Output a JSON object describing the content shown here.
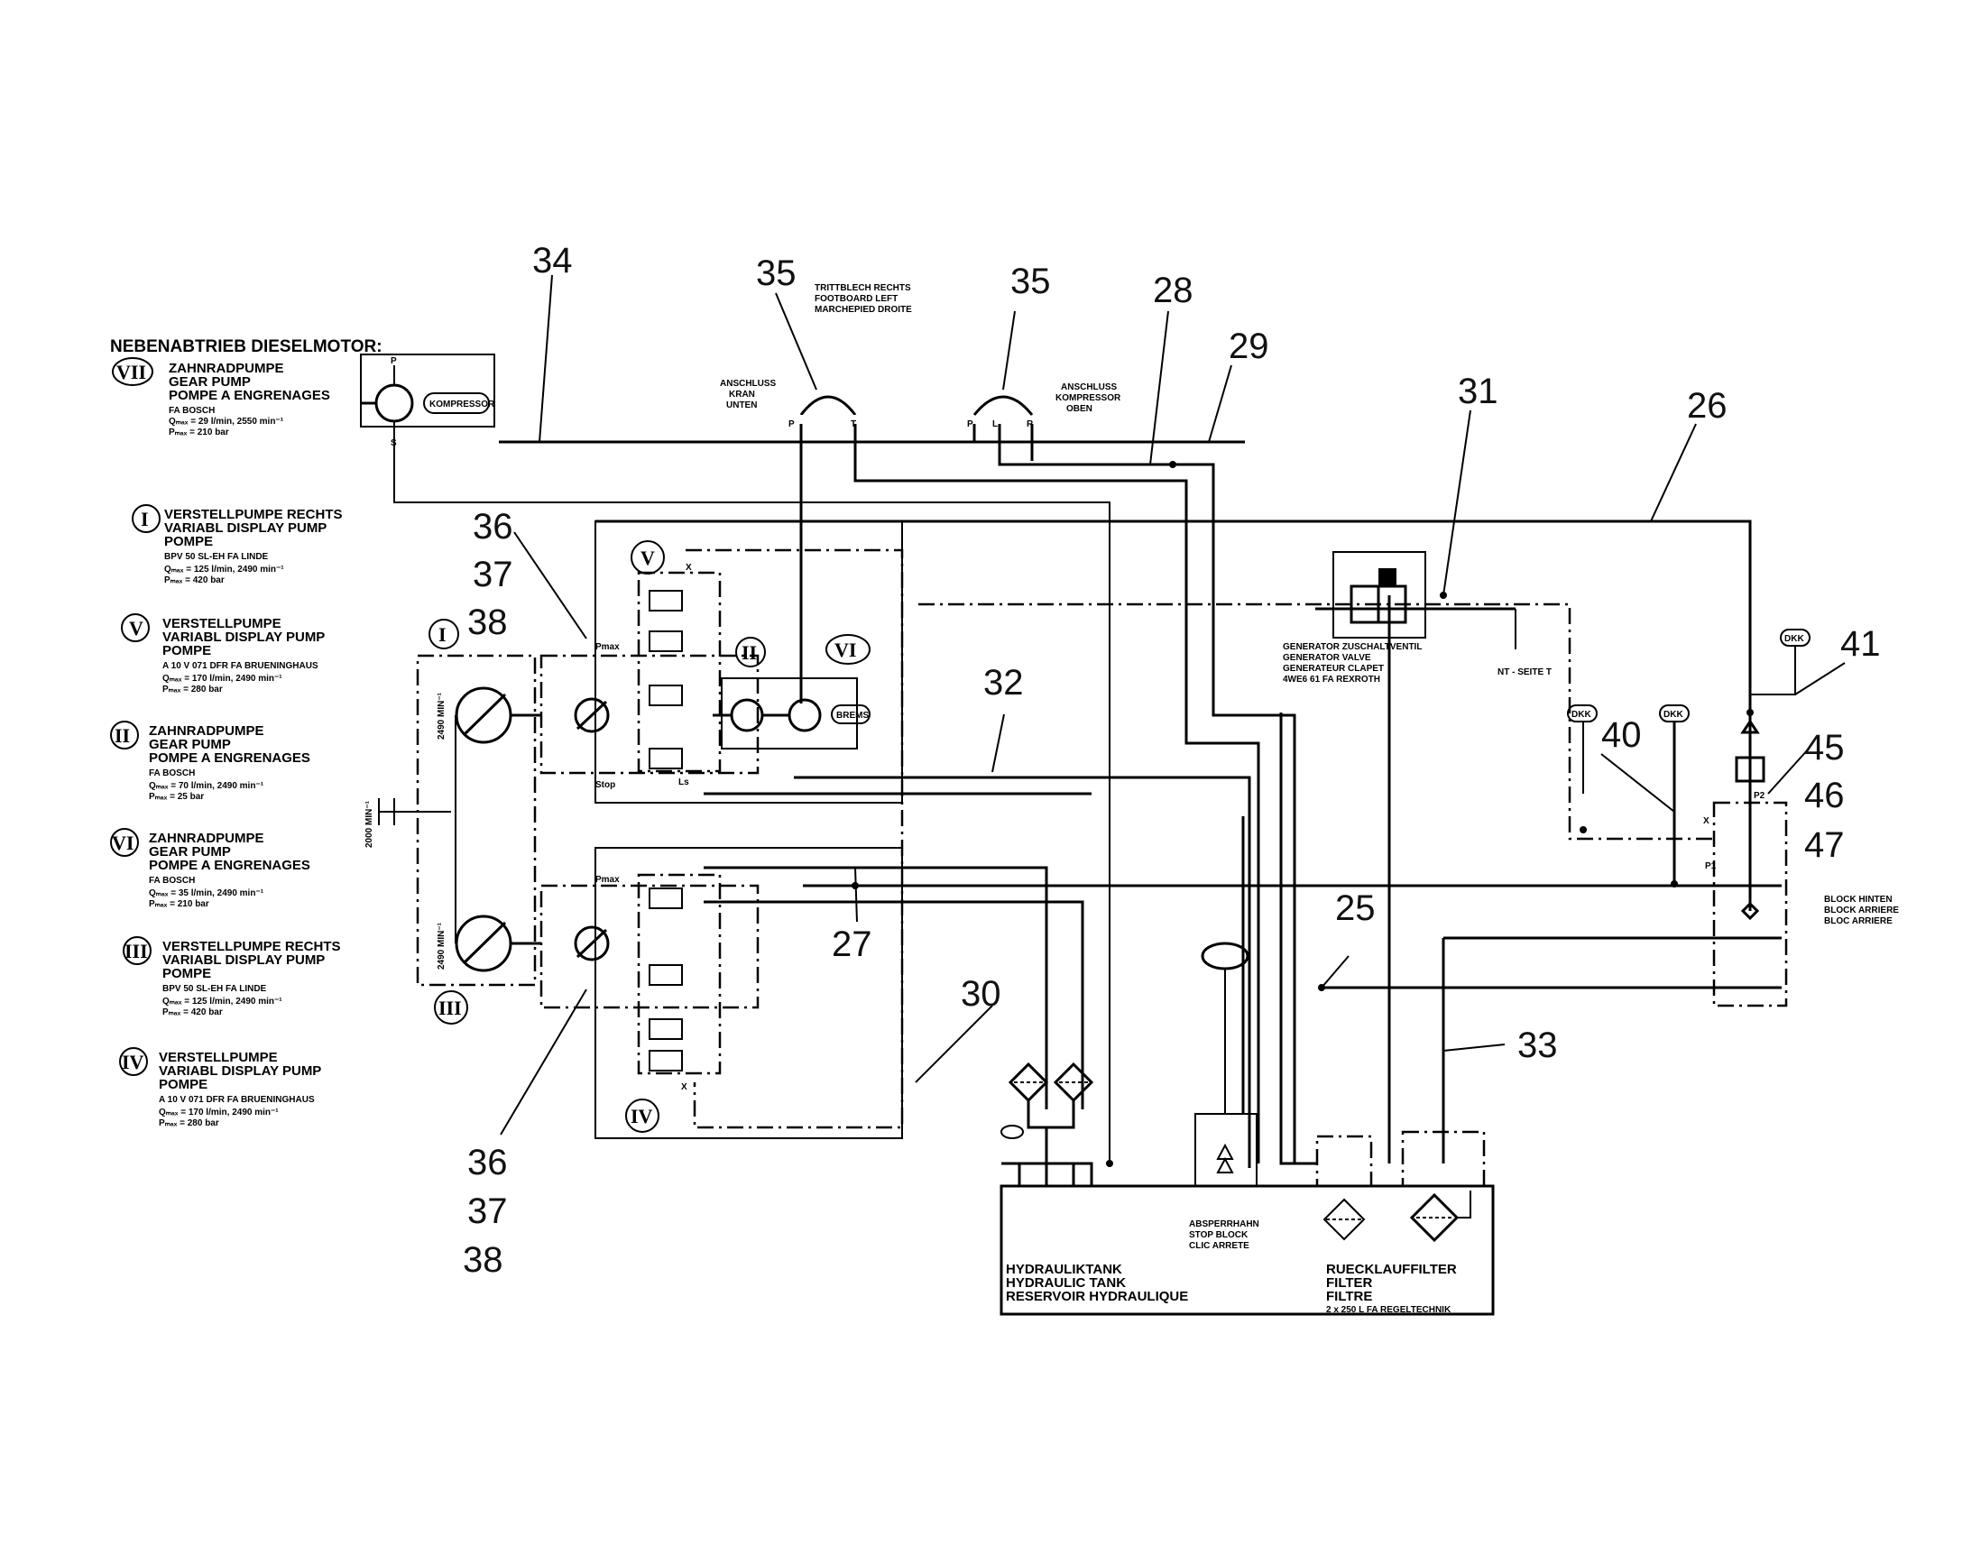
{
  "callouts": {
    "c34": "34",
    "c35a": "35",
    "c35b": "35",
    "c28": "28",
    "c29": "29",
    "c31": "31",
    "c26": "26",
    "c36a": "36",
    "c37a": "37",
    "c38a": "38",
    "c32": "32",
    "c41": "41",
    "c40": "40",
    "c45": "45",
    "c46": "46",
    "c47": "47",
    "c27": "27",
    "c25": "25",
    "c30": "30",
    "c33": "33",
    "c36b": "36",
    "c37b": "37",
    "c38b": "38"
  },
  "legend": {
    "header": "NEBENABTRIEB DIESELMOTOR:",
    "vii": {
      "num": "VII",
      "l1": "ZAHNRADPUMPE",
      "l2": "GEAR PUMP",
      "l3": "POMPE A ENGRENAGES",
      "l4": "FA BOSCH",
      "l5": "Qₘₐₓ = 29 l/min, 2550 min⁻¹",
      "l6": "Pₘₐₓ = 210 bar"
    },
    "i": {
      "num": "I",
      "l1": "VERSTELLPUMPE RECHTS",
      "l2": "VARIABL DISPLAY PUMP",
      "l3": "POMPE",
      "l4": "BPV 50 SL-EH   FA LINDE",
      "l5": "Qₘₐₓ = 125 l/min, 2490 min⁻¹",
      "l6": "Pₘₐₓ = 420 bar"
    },
    "v": {
      "num": "V",
      "l1": "VERSTELLPUMPE",
      "l2": "VARIABL DISPLAY PUMP",
      "l3": "POMPE",
      "l4": "A 10 V 071 DFR FA BRUENINGHAUS",
      "l5": "Qₘₐₓ = 170 l/min, 2490 min⁻¹",
      "l6": "Pₘₐₓ = 280 bar"
    },
    "ii": {
      "num": "II",
      "l1": "ZAHNRADPUMPE",
      "l2": "GEAR PUMP",
      "l3": "POMPE A ENGRENAGES",
      "l4": "FA BOSCH",
      "l5": "Qₘₐₓ = 70 l/min, 2490 min⁻¹",
      "l6": "Pₘₐₓ = 25 bar"
    },
    "vi": {
      "num": "VI",
      "l1": "ZAHNRADPUMPE",
      "l2": "GEAR PUMP",
      "l3": "POMPE A ENGRENAGES",
      "l4": "FA BOSCH",
      "l5": "Qₘₐₓ = 35 l/min, 2490 min⁻¹",
      "l6": "Pₘₐₓ = 210 bar"
    },
    "iii": {
      "num": "III",
      "l1": "VERSTELLPUMPE RECHTS",
      "l2": "VARIABL DISPLAY PUMP",
      "l3": "POMPE",
      "l4": "BPV 50 SL-EH   FA LINDE",
      "l5": "Qₘₐₓ = 125 l/min, 2490 min⁻¹",
      "l6": "Pₘₐₓ = 420 bar"
    },
    "iv": {
      "num": "IV",
      "l1": "VERSTELLPUMPE",
      "l2": "VARIABL DISPLAY PUMP",
      "l3": "POMPE",
      "l4": "A 10 V 071 DFR FA BRUENINGHAUS",
      "l5": "Qₘₐₓ = 170 l/min, 2490 min⁻¹",
      "l6": "Pₘₐₓ = 280 bar"
    }
  },
  "labels": {
    "compressor": "KOMPRESSOR",
    "footboard_l1": "TRITTBLECH RECHTS",
    "footboard_l2": "FOOTBOARD LEFT",
    "footboard_l3": "MARCHEPIED DROITE",
    "anschluss_kran_l1": "ANSCHLUSS",
    "anschluss_kran_l2": "KRAN",
    "anschluss_kran_l3": "UNTEN",
    "anschluss_comp_l1": "ANSCHLUSS",
    "anschluss_comp_l2": "KOMPRESSOR",
    "anschluss_comp_l3": "OBEN",
    "port_p": "P",
    "port_t": "T",
    "port_l": "L",
    "port_r": "R",
    "gen_l1": "GENERATOR ZUSCHALTVENTIL",
    "gen_l2": "GENERATOR VALVE",
    "gen_l3": "GENERATEUR CLAPET",
    "gen_l4": "4WE6 61 FA REXROTH",
    "gen_side": "NT - SEITE T",
    "engine_speed": "2000 MIN⁻¹",
    "speed_upper": "2490 MIN⁻¹",
    "speed_lower": "2490 MIN⁻¹",
    "block_l1": "BLOCK HINTEN",
    "block_l2": "BLOCK ARRIERE",
    "block_l3": "BLOC ARRIERE",
    "tank_l1": "HYDRAULIKTANK",
    "tank_l2": "HYDRAULIC TANK",
    "tank_l3": "RESERVOIR HYDRAULIQUE",
    "filter_l1": "RUECKLAUFFILTER",
    "filter_l2": "FILTER",
    "filter_l3": "FILTRE",
    "filter_l4": "2 x 250 L  FA REGELTECHNIK",
    "absperr_l1": "ABSPERRHAHN",
    "absperr_l2": "STOP BLOCK",
    "absperr_l3": "CLIC ARRETE",
    "pmax_upper": "Pmax",
    "pmax_lower": "Pmax",
    "stop_upper": "Stop",
    "port_x": "X",
    "port_p1": "P1",
    "port_p2": "P2",
    "port_ls": "Ls",
    "port_s": "S",
    "dkk1": "DKK",
    "dkk2": "DKK",
    "dkk3": "DKK",
    "bus_label": "BREMS"
  }
}
